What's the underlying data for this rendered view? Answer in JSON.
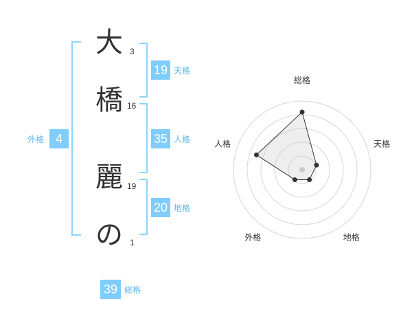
{
  "name_chars": [
    {
      "char": "大",
      "strokes": "3"
    },
    {
      "char": "橋",
      "strokes": "16"
    },
    {
      "char": "麗",
      "strokes": "19"
    },
    {
      "char": "の",
      "strokes": "1"
    }
  ],
  "scores": {
    "tenkaku": {
      "value": "19",
      "label": "天格"
    },
    "jinkaku": {
      "value": "35",
      "label": "人格"
    },
    "chikaku": {
      "value": "20",
      "label": "地格"
    },
    "gaikaku": {
      "value": "4",
      "label": "外格"
    },
    "soukaku": {
      "value": "39",
      "label": "総格"
    }
  },
  "colors": {
    "accent": "#80cdfc",
    "bracket": "#8dd3ff",
    "label": "#5cb8ee"
  },
  "chart_data": {
    "type": "radar",
    "axes": [
      "総格",
      "天格",
      "地格",
      "外格",
      "人格"
    ],
    "values": [
      4.2,
      1.1,
      0.9,
      0.9,
      3.5
    ],
    "rmax": 5,
    "grid": true,
    "rings": 5
  }
}
